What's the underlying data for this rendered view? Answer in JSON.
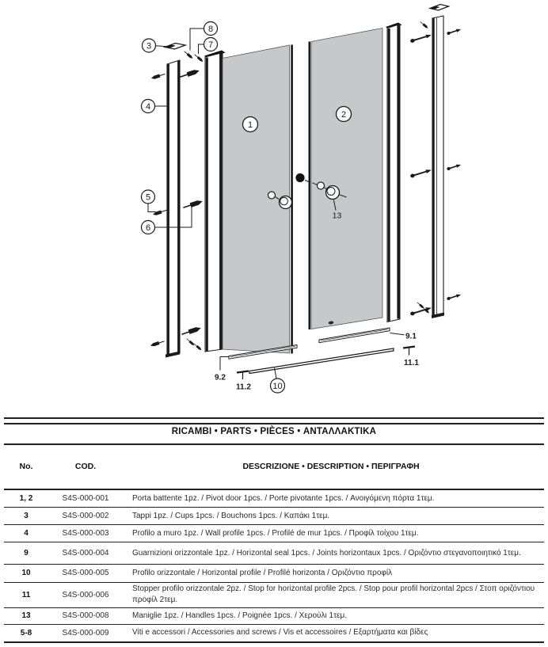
{
  "diagram": {
    "glass_color": "#c6c9cb",
    "line_color": "#1a1a1a",
    "callouts": {
      "c1": "1",
      "c2": "2",
      "c3": "3",
      "c4": "4",
      "c5": "5",
      "c6": "6",
      "c7": "7",
      "c8": "8",
      "c10": "10",
      "l9_1": "9.1",
      "l9_2": "9.2",
      "l11_1": "11.1",
      "l11_2": "11.2",
      "l13": "13"
    }
  },
  "table": {
    "title": "RICAMBI • PARTS • PIÈCES • ΑΝΤΑΛΛΑΚΤΙΚΑ",
    "columns": {
      "no": "No.",
      "cod": "COD.",
      "desc": "DESCRIZIONE • DESCRIPTION • ΠΕΡΙΓΡΑΦΗ"
    },
    "rows": [
      {
        "no": "1, 2",
        "cod": "S4S-000-001",
        "desc": "Porta battente 1pz. / Pivot door 1pcs. / Porte pivotante 1pcs. / Ανοιγόμενη πόρτα 1τεμ."
      },
      {
        "no": "3",
        "cod": "S4S-000-002",
        "desc": "Tappi 1pz. / Cups 1pcs. / Bouchons 1pcs. / Καπάκι 1τεμ."
      },
      {
        "no": "4",
        "cod": "S4S-000-003",
        "desc": "Profilo a muro 1pz. / Wall profile 1pcs. / Profilé de mur 1pcs. / Προφίλ τοίχου 1τεμ."
      },
      {
        "no": "9",
        "cod": "S4S-000-004",
        "desc": "Guarnizioni orizzontale 1pz. / Horizontal seal 1pcs. / Joints horizontaux 1pcs. / Οριζόντιο στεγανοποιητικό 1τεμ."
      },
      {
        "no": "10",
        "cod": "S4S-000-005",
        "desc": "Profilo orizzontale / Horizontal profile / Profilé horizonta / Οριζόντιο προφίλ"
      },
      {
        "no": "11",
        "cod": "S4S-000-006",
        "desc": "Stopper profilo orizzontale 2pz. / Stop for horizontal profile 2pcs. / Stop pour profil horizontal 2pcs / Στοπ οριζόντιου προφίλ 2τεμ."
      },
      {
        "no": "13",
        "cod": "S4S-000-008",
        "desc": "Maniglie 1pz. / Handles 1pcs. / Poignée 1pcs. / Χερούλι 1τεμ."
      },
      {
        "no": "5-8",
        "cod": "S4S-000-009",
        "desc": "Viti e accessori / Accessories and screws / Vis et accessoires / Εξαρτήματα και βίδες"
      }
    ]
  }
}
